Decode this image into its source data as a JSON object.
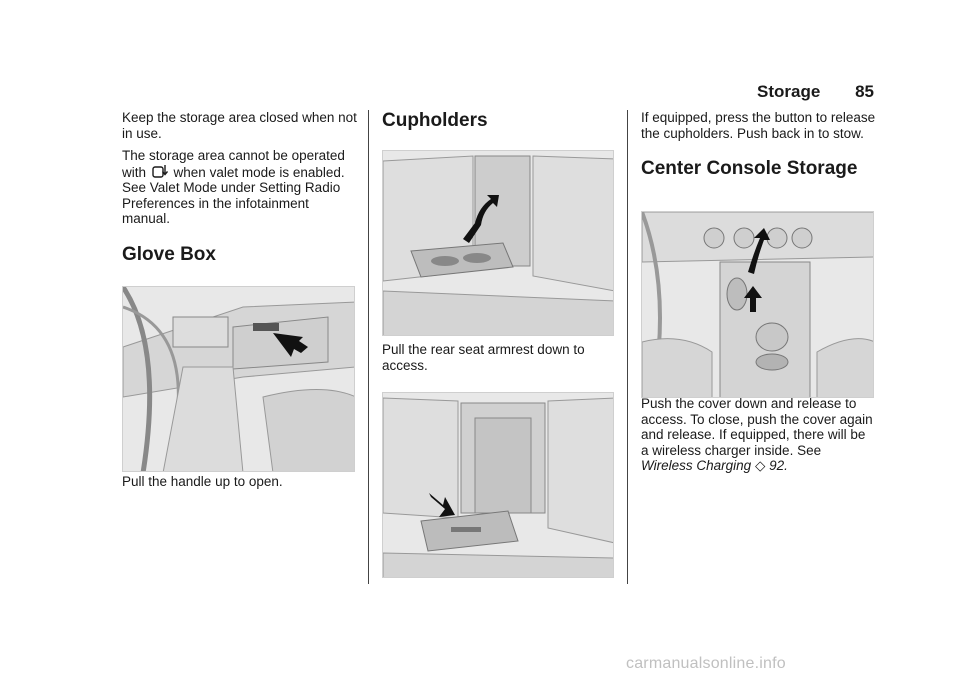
{
  "header": {
    "section": "Storage",
    "page_number": "85"
  },
  "col1": {
    "p1": "Keep the storage area closed when not in use.",
    "p2_a": "The storage area cannot be operated with",
    "p2_b": "when valet mode is enabled. See",
    "p2_link1": "Valet Mode",
    "p2_c": "under",
    "p2_link2": "Setting Radio Preferences",
    "p2_d": "in the infotainment manual.",
    "heading": "Glove Box",
    "caption": "Pull the handle up to open."
  },
  "col2": {
    "heading": "Cupholders",
    "caption": "Pull the rear seat armrest down to access."
  },
  "col3": {
    "p1": "If equipped, press the button to release the cupholders. Push back in to stow.",
    "heading": "Center Console Storage",
    "caption_a": "Push the cover down and release to access. To close, push the cover again and release. If equipped, there will be a wireless charger inside. See",
    "caption_link": "Wireless Charging",
    "caption_ref": "92."
  },
  "footer": {
    "watermark": "carmanualsonline.info"
  }
}
